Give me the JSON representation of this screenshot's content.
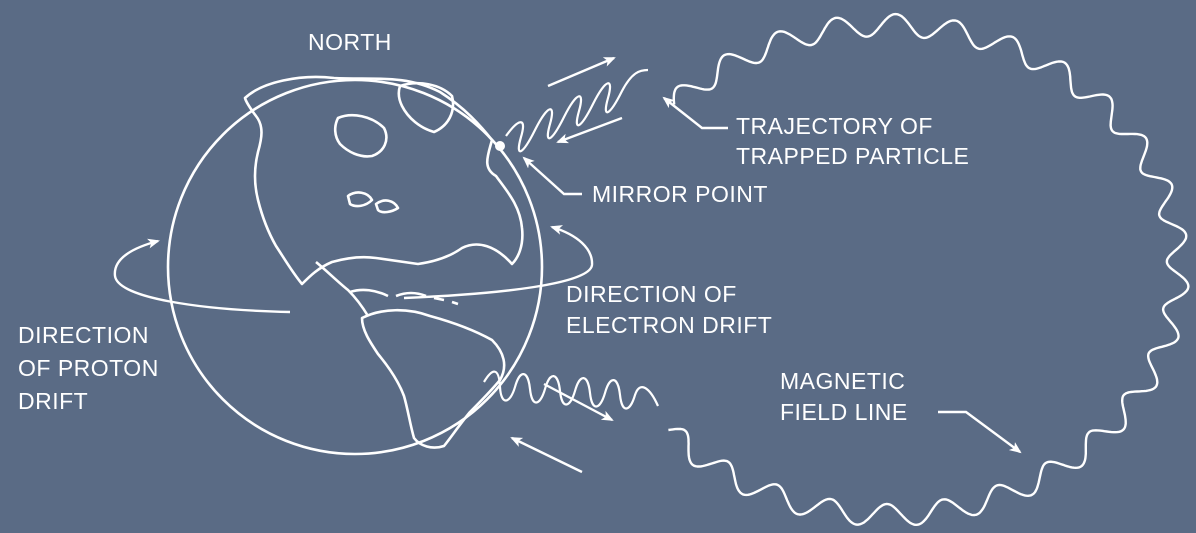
{
  "colors": {
    "background": "#5a6b85",
    "lines": "#ffffff"
  },
  "labels": {
    "north": "NORTH",
    "trajectory_line1": "TRAJECTORY OF",
    "trajectory_line2": "TRAPPED PARTICLE",
    "mirror_point": "MIRROR POINT",
    "electron_line1": "DIRECTION OF",
    "electron_line2": "ELECTRON DRIFT",
    "proton_line1": "DIRECTION",
    "proton_line2": "OF PROTON",
    "proton_line3": "DRIFT",
    "field_line1": "MAGNETIC",
    "field_line2": "FIELD LINE"
  }
}
